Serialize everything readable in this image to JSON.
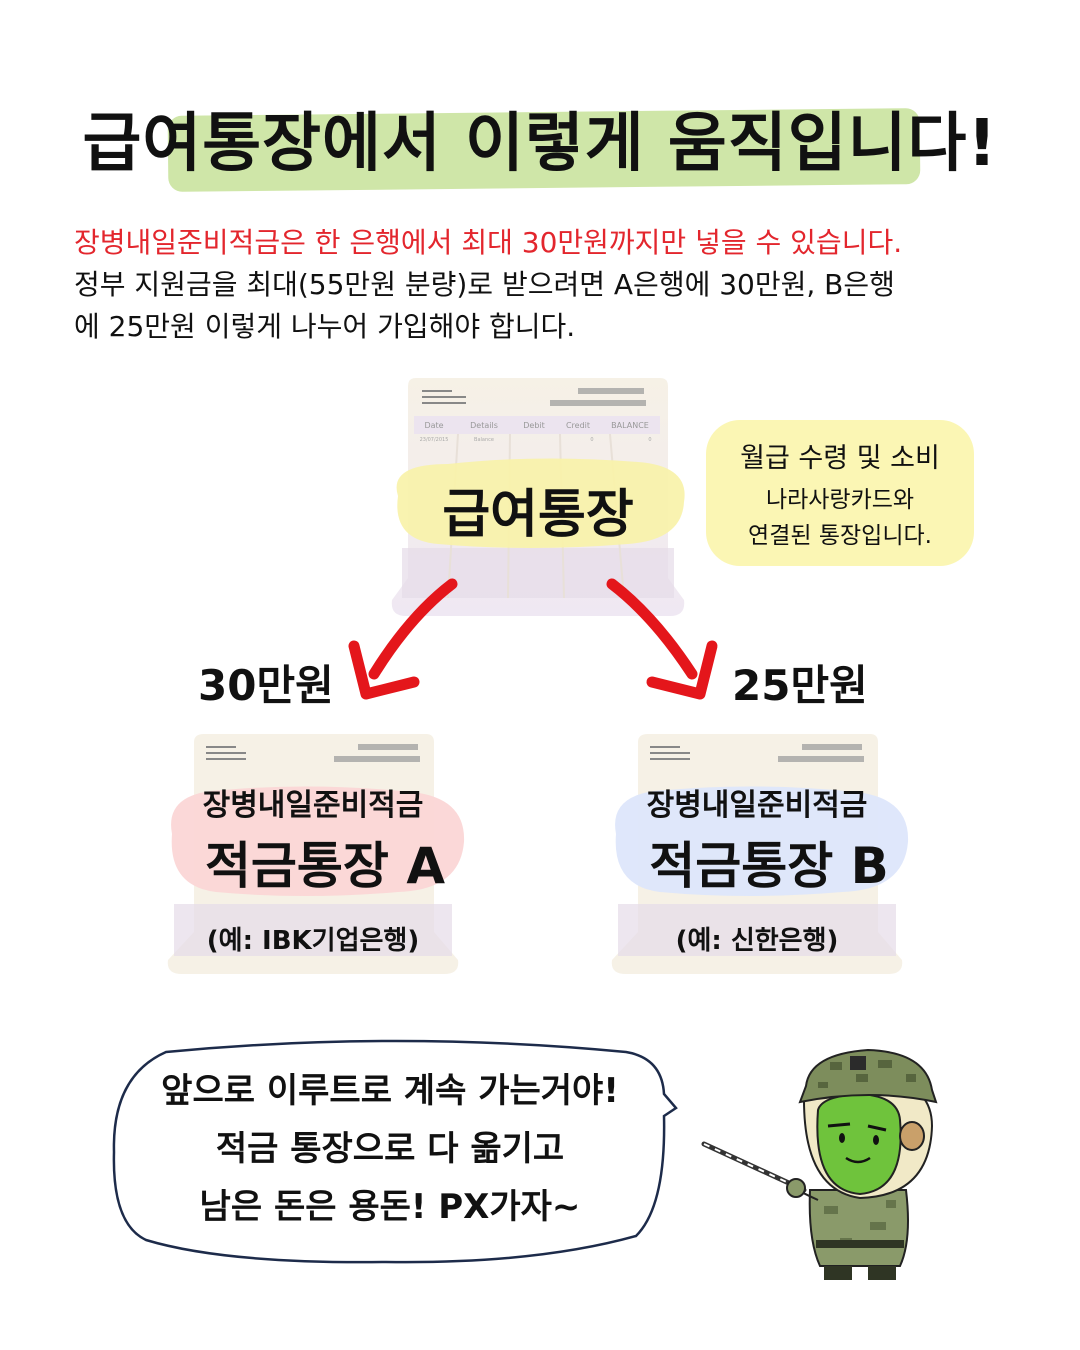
{
  "title": "급여통장에서 이렇게 움직입니다!",
  "intro": {
    "line1": "장병내일준비적금은 한 은행에서 최대 30만원까지만 넣을 수 있습니다.",
    "line2": "정부 지원금을 최대(55만원 분량)로 받으려면 A은행에 30만원, B은행",
    "line3": "에 25만원 이렇게 나누어 가입해야 합니다."
  },
  "ledger_headers": [
    "Date",
    "Details",
    "Debit",
    "Credit",
    "BALANCE"
  ],
  "ledger_row": {
    "date": "23/07/2015",
    "details": "Balance",
    "credit": "0",
    "balance": "0"
  },
  "salary_account": {
    "label": "급여통장",
    "note_line1": "월급 수령 및 소비",
    "note_line2": "나라사랑카드와",
    "note_line3": "연결된 통장입니다."
  },
  "savings_a": {
    "amount": "30만원",
    "label_top": "장병내일준비적금",
    "label_main": "적금통장 A",
    "bank": "(예: IBK기업은행)"
  },
  "savings_b": {
    "amount": "25만원",
    "label_top": "장병내일준비적금",
    "label_main": "적금통장 B",
    "bank": "(예: 신한은행)"
  },
  "speech": {
    "line1": "앞으로 이루트로 계속 가는거야!",
    "line2": "적금 통장으로 다 옮기고",
    "line3": "남은 돈은 용돈! PX가자~"
  },
  "colors": {
    "title_highlight": "#cfe6a8",
    "red_text": "#e3262d",
    "salary_blob": "#f8f2a9",
    "savings_a_blob": "#fbd6d6",
    "savings_b_blob": "#dde6fb",
    "note_bg": "#fbf6b4",
    "arrow": "#e4161b",
    "bubble_stroke": "#1d2b4a"
  },
  "icons": [
    "ledger-sheet-icon",
    "red-arrow-icon",
    "soldier-character-icon",
    "pointer-stick-icon"
  ]
}
